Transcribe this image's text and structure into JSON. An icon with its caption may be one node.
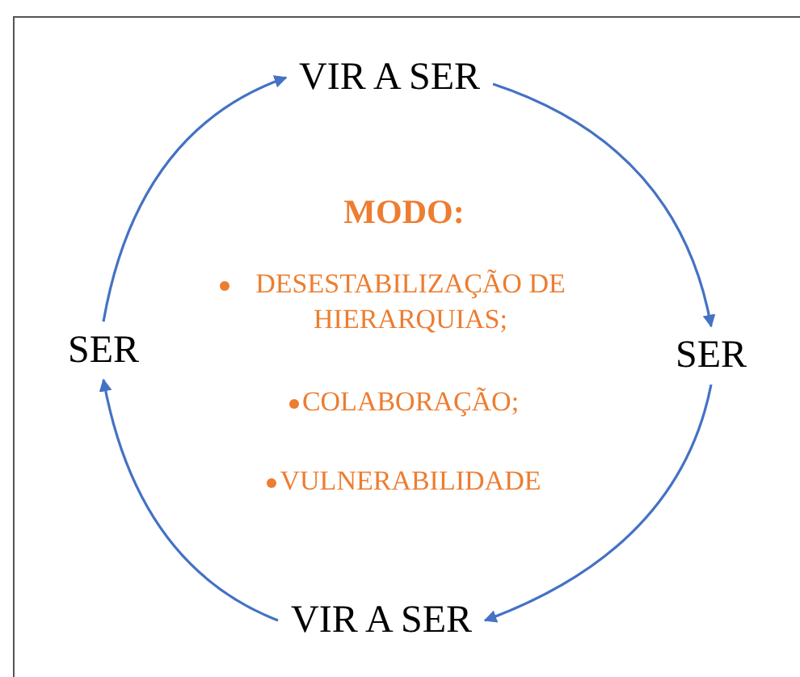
{
  "diagram": {
    "nodes": [
      {
        "text": [
          "VIR A SER"
        ]
      },
      {
        "text": [
          "SER"
        ]
      },
      {
        "text": [
          "VIR A SER"
        ]
      },
      {
        "text": [
          "SER"
        ]
      }
    ],
    "edges": [
      {
        "from": 0,
        "to": 1,
        "arrow": "to"
      },
      {
        "from": 1,
        "to": 2,
        "arrow": "to"
      },
      {
        "from": 2,
        "to": 3,
        "arrow": "to"
      },
      {
        "from": 3,
        "to": 0,
        "arrow": "to"
      }
    ],
    "labels": [
      "MODO:",
      "DESESTABILIZAÇÃO DE HIERARQUIAS;",
      "COLABORAÇÃO;",
      "VULNERABILIDADE"
    ]
  }
}
